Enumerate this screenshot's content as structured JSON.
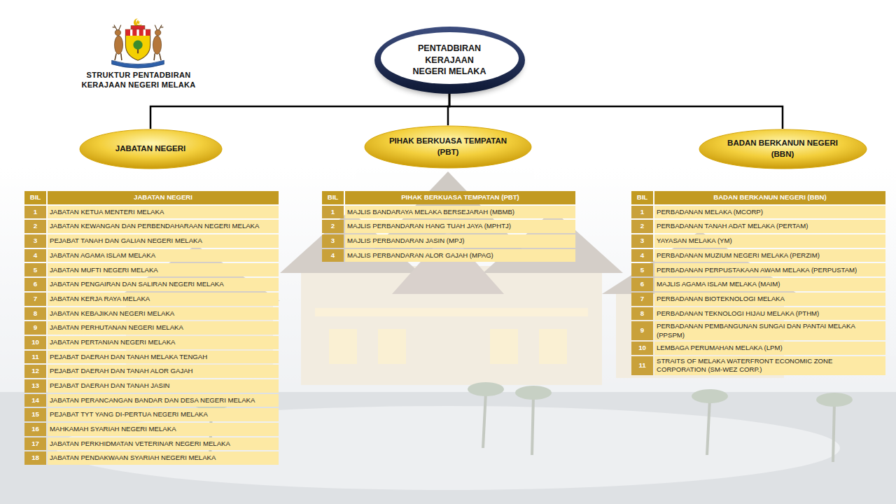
{
  "diagram": {
    "title": "STRUKTUR PENTADBIRAN KERAJAAN NEGERI MELAKA",
    "nodes": [
      {
        "text": [
          "PENTADBIRAN KERAJAAN NEGERI MELAKA"
        ]
      },
      {
        "text": [
          "JABATAN NEGERI"
        ]
      },
      {
        "text": [
          "PIHAK BERKUASA TEMPATAN (PBT)"
        ]
      },
      {
        "text": [
          "BADAN BERKANUN NEGERI (BBN)"
        ]
      }
    ],
    "edges": [
      {
        "from": 0,
        "to": 1,
        "arrow": "none"
      },
      {
        "from": 0,
        "to": 2,
        "arrow": "none"
      },
      {
        "from": 0,
        "to": 3,
        "arrow": "none"
      }
    ],
    "labels": [
      "BIL",
      "JABATAN NEGERI",
      "1",
      "JABATAN KETUA MENTERI MELAKA",
      "2",
      "JABATAN KEWANGAN DAN PERBENDAHARAAN NEGERI MELAKA",
      "3",
      "PEJABAT TANAH DAN GALIAN NEGERI MELAKA",
      "4",
      "JABATAN AGAMA ISLAM MELAKA",
      "5",
      "JABATAN MUFTI NEGERI MELAKA",
      "6",
      "JABATAN PENGAIRAN DAN SALIRAN NEGERI MELAKA",
      "7",
      "JABATAN KERJA RAYA MELAKA",
      "8",
      "JABATAN KEBAJIKAN NEGERI MELAKA",
      "9",
      "JABATAN PERHUTANAN NEGERI MELAKA",
      "10",
      "JABATAN PERTANIAN NEGERI MELAKA",
      "11",
      "PEJABAT DAERAH DAN TANAH MELAKA TENGAH",
      "12",
      "PEJABAT DAERAH DAN TANAH ALOR GAJAH",
      "13",
      "PEJABAT DAERAH DAN TANAH JASIN",
      "14",
      "JABATAN PERANCANGAN BANDAR DAN DESA NEGERI MELAKA",
      "15",
      "PEJABAT TYT YANG DI-PERTUA NEGERI MELAKA",
      "16",
      "MAHKAMAH SYARIAH NEGERI MELAKA",
      "17",
      "JABATAN PERKHIDMATAN VETERINAR NEGERI MELAKA",
      "18",
      "JABATAN PENDAKWAAN SYARIAH NEGERI MELAKA",
      "BIL",
      "PIHAK BERKUASA TEMPATAN (PBT)",
      "1",
      "MAJLIS BANDARAYA MELAKA BERSEJARAH (MBMB)",
      "2",
      "MAJLIS PERBANDARAN HANG TUAH JAYA (MPHTJ)",
      "3",
      "MAJLIS PERBANDARAN JASIN (MPJ)",
      "4",
      "MAJLIS PERBANDARAN ALOR GAJAH (MPAG)",
      "BIL",
      "BADAN BERKANUN NEGERI (BBN)",
      "1",
      "PERBADANAN MELAKA (MCORP)",
      "2",
      "PERBADANAN TANAH ADAT MELAKA (PERTAM)",
      "3",
      "YAYASAN MELAKA (YM)",
      "4",
      "PERBADANAN MUZIUM NEGERI MELAKA (PERZIM)",
      "5",
      "PERBADANAN PERPUSTAKAAN AWAM MELAKA (PERPUSTAM)",
      "6",
      "MAJLIS AGAMA ISLAM MELAKA (MAIM)",
      "7",
      "PERBADANAN BIOTEKNOLOGI MELAKA",
      "8",
      "PERBADANAN TEKNOLOGI HIJAU MELAKA (PTHM)",
      "9",
      "PERBADANAN PEMBANGUNAN SUNGAI DAN PANTAI MELAKA (PPSPM)",
      "10",
      "LEMBAGA PERUMAHAN MELAKA (LPM)",
      "11",
      "STRAITS OF MELAKA WATERFRONT ECONOMIC ZONE CORPORATION (SM-WEZ CORP.)"
    ]
  }
}
